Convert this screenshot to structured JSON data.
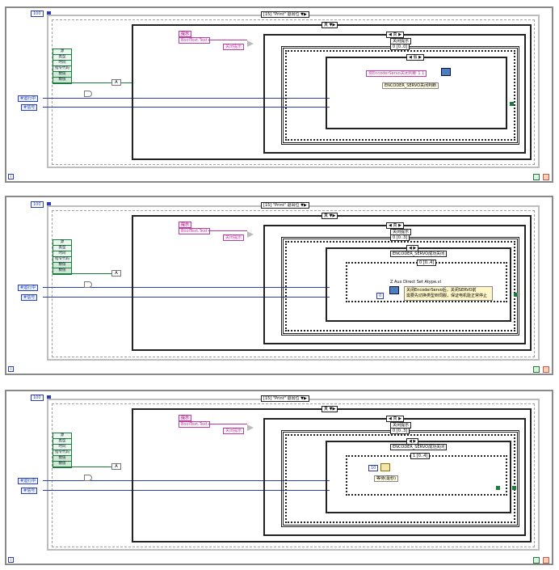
{
  "panels": [
    {
      "loop_count": "100",
      "outer_case": {
        "selector": "[15] \"Print\" 退出位"
      },
      "cluster_items": [
        "源",
        "类型",
        "时间",
        "指令代码",
        "数值",
        "数值"
      ],
      "inputs": [
        {
          "label": "#运行中"
        },
        {
          "label": "#信号"
        }
      ],
      "pink_const": {
        "title": "提示",
        "value": "BoolText.Text"
      },
      "pink_str": "关闭提示",
      "case_true": "真",
      "inner_case_1": "关闭提示",
      "seq_frame": "0 [0..0]",
      "inner_case_2": "假",
      "str_const": "将EncoderServo关闭判断 1 1",
      "label": "ENCODER_SERVO关闭判断"
    },
    {
      "loop_count": "100",
      "outer_case": {
        "selector": "[15] \"Print\" 退出位"
      },
      "cluster_items": [
        "源",
        "类型",
        "时间",
        "指令代码",
        "数值",
        "数值"
      ],
      "inputs": [
        {
          "label": "#运行中"
        },
        {
          "label": "#信号"
        }
      ],
      "pink_const": {
        "title": "提示",
        "value": "BoolText.Text"
      },
      "pink_str": "关闭提示",
      "case_true": "真",
      "inner_case_1": "关闭提示",
      "seq_frame": "0 [0..3]",
      "inner_case_2": "ENCODER_SERVO成功关闭",
      "seq_frame_2": "0 [0..4]",
      "subvi_name": "Z Aux Direct Set Atype.vi",
      "comment": "关闭EncoderServo后，关闭SERVO前\n需要先切换类型到伺服，保证电机能正常停止",
      "num_const": "0"
    },
    {
      "loop_count": "100",
      "outer_case": {
        "selector": "[15] \"Print\" 退出位"
      },
      "cluster_items": [
        "源",
        "类型",
        "时间",
        "指令代码",
        "数值",
        "数值"
      ],
      "inputs": [
        {
          "label": "#运行中"
        },
        {
          "label": "#信号"
        }
      ],
      "pink_const": {
        "title": "提示",
        "value": "BoolText.Text"
      },
      "pink_str": "关闭提示",
      "case_true": "真",
      "inner_case_1": "关闭提示",
      "seq_frame": "0 [0..3]",
      "inner_case_2": "ENCODER_SERVO成功关闭",
      "seq_frame_2": "1 [0..4]",
      "wait_value": "10",
      "wait_label": "等待(毫秒)"
    }
  ],
  "colors": {
    "wire_blue": "#2d3db3",
    "wire_green": "#1b7d3b",
    "wire_pink": "#c03aa3",
    "border": "#8a8a8a"
  }
}
